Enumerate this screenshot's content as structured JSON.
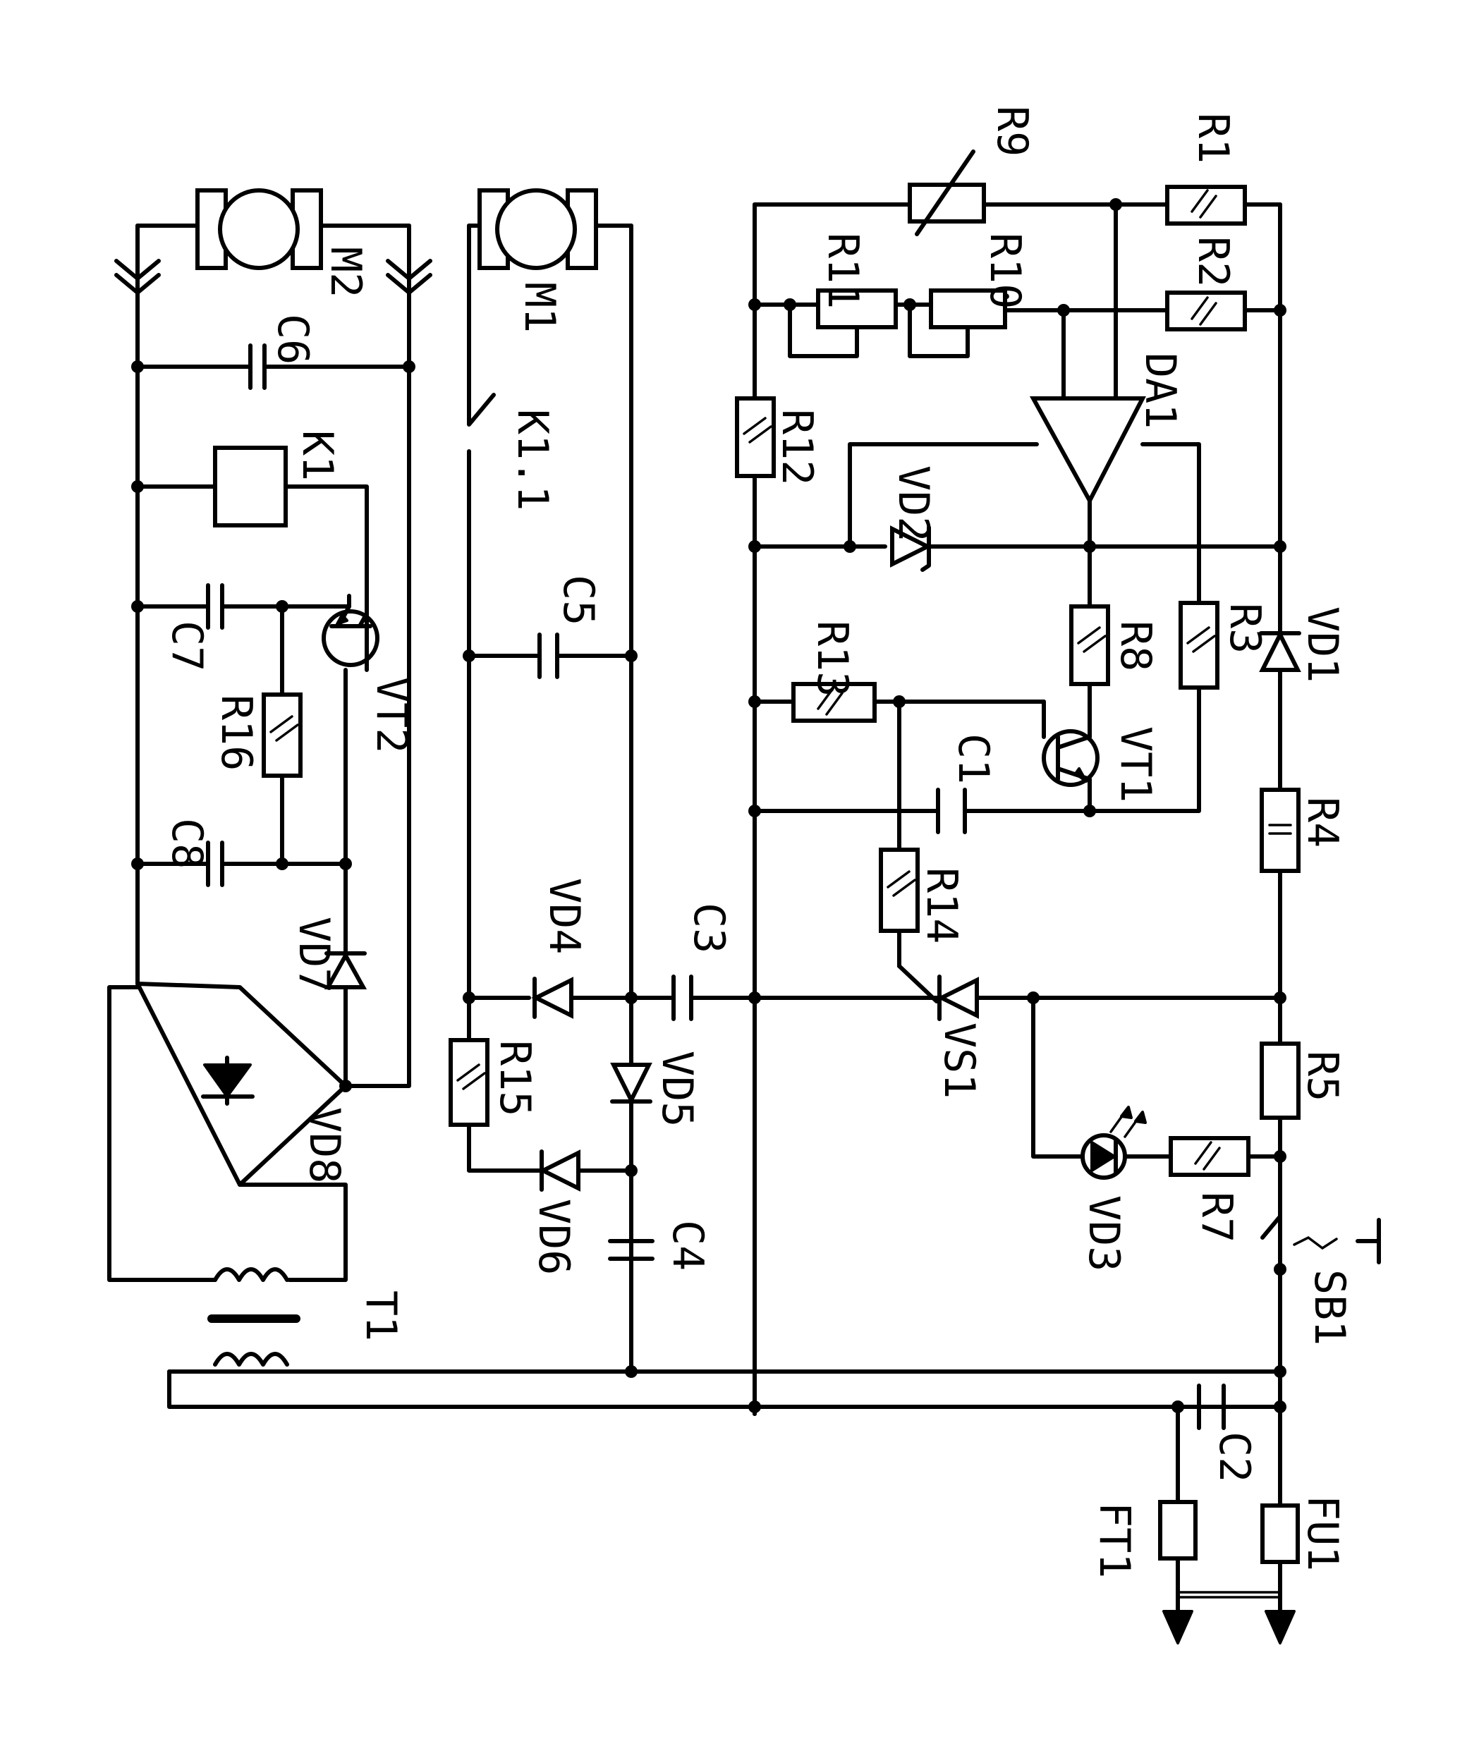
{
  "labels": {
    "R1": "R1",
    "R2": "R2",
    "R3": "R3",
    "R4": "R4",
    "R5": "R5",
    "R7": "R7",
    "R8": "R8",
    "R9": "R9",
    "R10": "R10",
    "R11": "R11",
    "R12": "R12",
    "R13": "R13",
    "R14": "R14",
    "R15": "R15",
    "R16": "R16",
    "C1": "C1",
    "C2": "C2",
    "C3": "C3",
    "C4": "C4",
    "C5": "C5",
    "C6": "C6",
    "C7": "C7",
    "C8": "C8",
    "VD1": "VD1",
    "VD2": "VD2",
    "VD3": "VD3",
    "VD4": "VD4",
    "VD5": "VD5",
    "VD6": "VD6",
    "VD7": "VD7",
    "VD8": "VD8",
    "VT1": "VT1",
    "VT2": "VT2",
    "VS1": "VS1",
    "DA1": "DA1",
    "K1": "K1",
    "K1_1": "K1.1",
    "M1": "M1",
    "M2": "M2",
    "T1": "T1",
    "SB1": "SB1",
    "FU1": "FU1",
    "FT1": "FT1"
  }
}
